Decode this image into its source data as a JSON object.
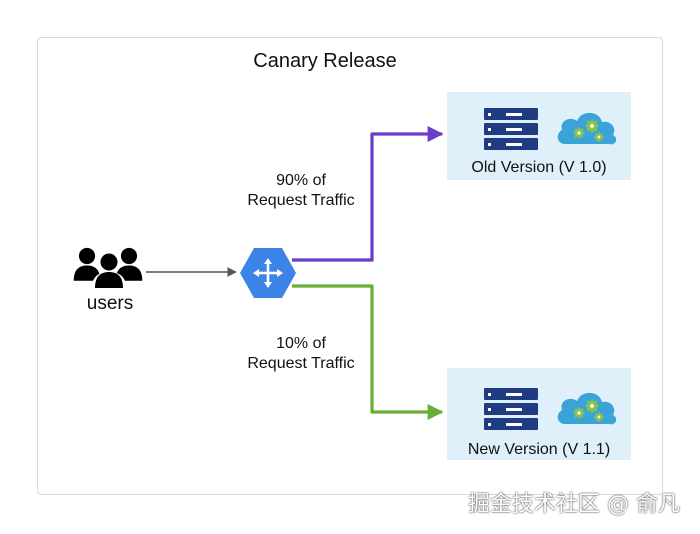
{
  "diagram": {
    "title": "Canary Release",
    "users_label": "users",
    "old_version": {
      "label": "Old Version (V 1.0)",
      "traffic_line1": "90% of",
      "traffic_line2": "Request Traffic",
      "color": "#6a3cc9"
    },
    "new_version": {
      "label": "New Version (V 1.1)",
      "traffic_line1": "10% of",
      "traffic_line2": "Request Traffic",
      "color": "#6aae3a"
    },
    "colors": {
      "box_bg": "#dff0fa",
      "server": "#1f3b82",
      "cloud": "#3aa3d8",
      "router": "#3b83e6",
      "arrow": "#555555"
    },
    "icons": [
      "users-icon",
      "router-icon",
      "server-rack-icon",
      "cloud-gears-icon"
    ]
  },
  "watermark": "掘金技术社区 @ 俞凡"
}
